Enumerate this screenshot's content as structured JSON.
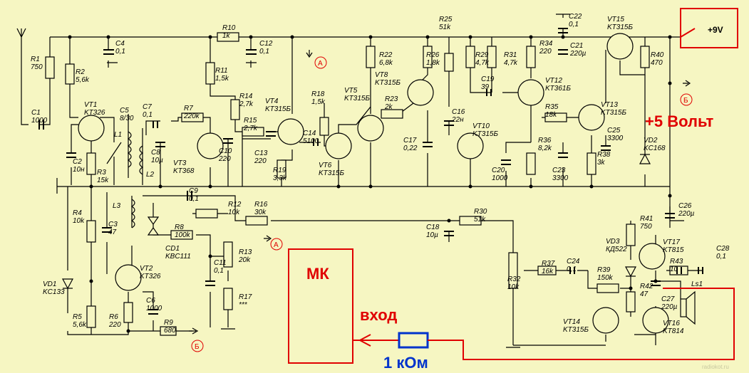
{
  "supply_9v": "+9V",
  "supply_5v": "+5 Вольт",
  "mk_label": "МК",
  "input_label": "вход",
  "resistor_1k": "1 кОм",
  "markers": {
    "a": "А",
    "b": "Б"
  },
  "watermark": "radiokot.ru",
  "components": [
    {
      "ref": "R1",
      "value": "750"
    },
    {
      "ref": "R2",
      "value": "5,6k"
    },
    {
      "ref": "C1",
      "value": "1000"
    },
    {
      "ref": "C4",
      "value": "0,1"
    },
    {
      "ref": "VT1",
      "value": "KT326"
    },
    {
      "ref": "C5",
      "value": "8/30"
    },
    {
      "ref": "L1",
      "value": ""
    },
    {
      "ref": "L2",
      "value": ""
    },
    {
      "ref": "C2",
      "value": "10н"
    },
    {
      "ref": "R3",
      "value": "15k"
    },
    {
      "ref": "C7",
      "value": "0,1"
    },
    {
      "ref": "C8",
      "value": "10µ"
    },
    {
      "ref": "R7",
      "value": "220k"
    },
    {
      "ref": "VT3",
      "value": "KT368"
    },
    {
      "ref": "R10",
      "value": "1k"
    },
    {
      "ref": "C12",
      "value": "0,1"
    },
    {
      "ref": "R11",
      "value": "1,5k"
    },
    {
      "ref": "R14",
      "value": "2,7k"
    },
    {
      "ref": "R15",
      "value": "2,7k"
    },
    {
      "ref": "C10",
      "value": "220"
    },
    {
      "ref": "C13",
      "value": "220"
    },
    {
      "ref": "VT4",
      "value": "KT315Б"
    },
    {
      "ref": "R19",
      "value": "3,3k"
    },
    {
      "ref": "C14",
      "value": "5100"
    },
    {
      "ref": "R18",
      "value": "1,5k"
    },
    {
      "ref": "VT6",
      "value": "KT315Б"
    },
    {
      "ref": "VT5",
      "value": "KT315Б"
    },
    {
      "ref": "R22",
      "value": "6,8k"
    },
    {
      "ref": "VT8",
      "value": "KT315Б"
    },
    {
      "ref": "R23",
      "value": "2k"
    },
    {
      "ref": "C17",
      "value": "0,22"
    },
    {
      "ref": "R25",
      "value": "51k"
    },
    {
      "ref": "R26",
      "value": "1,8k"
    },
    {
      "ref": "C16",
      "value": "22н"
    },
    {
      "ref": "VT10",
      "value": "KT315Б"
    },
    {
      "ref": "R29",
      "value": "4,7k"
    },
    {
      "ref": "R31",
      "value": "4,7k"
    },
    {
      "ref": "C19",
      "value": "39"
    },
    {
      "ref": "C22",
      "value": "0,1"
    },
    {
      "ref": "C21",
      "value": "220µ"
    },
    {
      "ref": "R34",
      "value": "220"
    },
    {
      "ref": "VT12",
      "value": "KT361Б"
    },
    {
      "ref": "R35",
      "value": "18k"
    },
    {
      "ref": "R36",
      "value": "8,2k"
    },
    {
      "ref": "C20",
      "value": "1000"
    },
    {
      "ref": "C23",
      "value": "3300"
    },
    {
      "ref": "VT15",
      "value": "KT315Б"
    },
    {
      "ref": "R40",
      "value": "470"
    },
    {
      "ref": "VT13",
      "value": "KT315Б"
    },
    {
      "ref": "C25",
      "value": "3300"
    },
    {
      "ref": "R38",
      "value": "3k"
    },
    {
      "ref": "VD2",
      "value": "KC168"
    },
    {
      "ref": "C26",
      "value": "220µ"
    },
    {
      "ref": "C9",
      "value": "0,1"
    },
    {
      "ref": "R12",
      "value": "10k"
    },
    {
      "ref": "R16",
      "value": "30k"
    },
    {
      "ref": "L3",
      "value": ""
    },
    {
      "ref": "C3",
      "value": "47"
    },
    {
      "ref": "R4",
      "value": "10k"
    },
    {
      "ref": "R8",
      "value": "100k"
    },
    {
      "ref": "CD1",
      "value": "KBC111"
    },
    {
      "ref": "VD1",
      "value": "KC133"
    },
    {
      "ref": "VT2",
      "value": "KT326"
    },
    {
      "ref": "R5",
      "value": "5,6k"
    },
    {
      "ref": "R6",
      "value": "220"
    },
    {
      "ref": "C6",
      "value": "1000"
    },
    {
      "ref": "R9",
      "value": "680"
    },
    {
      "ref": "R13",
      "value": "20k"
    },
    {
      "ref": "C11",
      "value": "0,1"
    },
    {
      "ref": "R17",
      "value": "***"
    },
    {
      "ref": "C18",
      "value": "10µ"
    },
    {
      "ref": "R30",
      "value": "51k"
    },
    {
      "ref": "R32",
      "value": "10k"
    },
    {
      "ref": "R37",
      "value": "16k"
    },
    {
      "ref": "C24",
      "value": "0,1"
    },
    {
      "ref": "R39",
      "value": "150k"
    },
    {
      "ref": "R41",
      "value": "750"
    },
    {
      "ref": "VD3",
      "value": "КД522"
    },
    {
      "ref": "VT17",
      "value": "KT815"
    },
    {
      "ref": "C28",
      "value": "0,1"
    },
    {
      "ref": "R43",
      "value": "10"
    },
    {
      "ref": "R42",
      "value": "47"
    },
    {
      "ref": "C27",
      "value": "220µ"
    },
    {
      "ref": "Ls1",
      "value": ""
    },
    {
      "ref": "VT14",
      "value": "KT315Б"
    },
    {
      "ref": "VT16",
      "value": "KT814"
    }
  ]
}
